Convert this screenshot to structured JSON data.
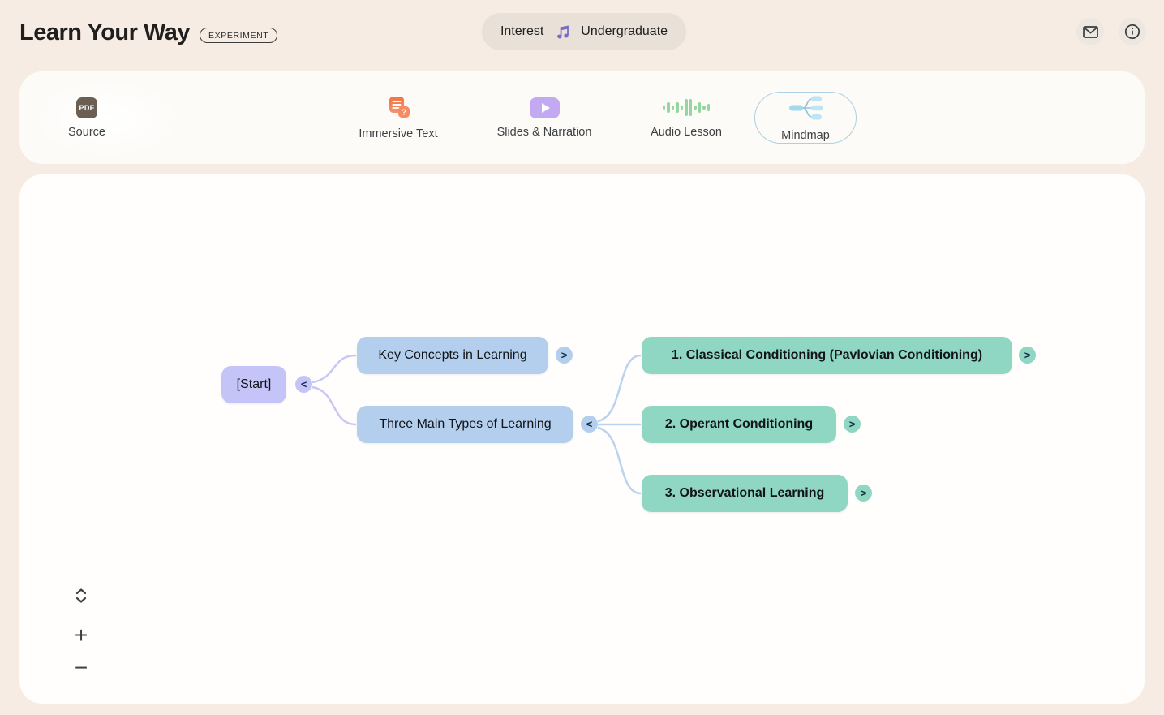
{
  "app": {
    "title": "Learn Your Way",
    "badge": "EXPERIMENT"
  },
  "profile_pill": {
    "interest": "Interest",
    "level": "Undergraduate",
    "icon": "music-note-icon"
  },
  "header_actions": {
    "mail_icon": "mail-icon",
    "info_icon": "info-icon"
  },
  "tabs": [
    {
      "label": "Source",
      "icon": "pdf-icon",
      "selected": false
    },
    {
      "label": "Immersive Text",
      "icon": "immersive-text-icon",
      "selected": false
    },
    {
      "label": "Slides & Narration",
      "icon": "slides-play-icon",
      "selected": false
    },
    {
      "label": "Audio Lesson",
      "icon": "audio-waveform-icon",
      "selected": false
    },
    {
      "label": "Mindmap",
      "icon": "mindmap-icon",
      "selected": true
    }
  ],
  "mindmap": {
    "nodes": [
      {
        "id": "start",
        "label": "[Start]",
        "toggle": "<",
        "color": "#c4c4f8"
      },
      {
        "id": "key-concepts",
        "label": "Key Concepts in Learning",
        "toggle": ">",
        "color": "#b4cfee"
      },
      {
        "id": "three-types",
        "label": "Three Main Types of Learning",
        "toggle": "<",
        "color": "#b4cfee"
      },
      {
        "id": "classical-conditioning",
        "label": "1. Classical Conditioning (Pavlovian Conditioning)",
        "toggle": ">",
        "color": "#8fd7c2"
      },
      {
        "id": "operant-conditioning",
        "label": "2. Operant Conditioning",
        "toggle": ">",
        "color": "#8fd7c2"
      },
      {
        "id": "observational-learning",
        "label": "3. Observational Learning",
        "toggle": ">",
        "color": "#8fd7c2"
      }
    ],
    "controls": {
      "fit_icon": "expand-vertical-icon",
      "zoom_in": "+",
      "zoom_out": "−"
    }
  },
  "colors": {
    "background": "#f7ece3",
    "panel": "#fdfbf8",
    "lavender": "#c4c4f8",
    "blue": "#b4cfee",
    "green": "#8fd7c2",
    "edge_lavender": "#c9c8f5",
    "edge_blue": "#bad3ef"
  }
}
